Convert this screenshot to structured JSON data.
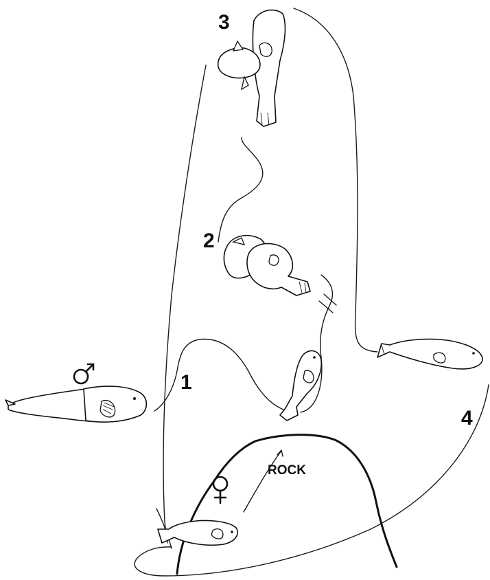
{
  "labels": {
    "step_1": "1",
    "step_2": "2",
    "step_3": "3",
    "step_4": "4",
    "rock": "ROCK"
  },
  "symbols": {
    "male": "male-symbol",
    "female": "female-symbol"
  }
}
